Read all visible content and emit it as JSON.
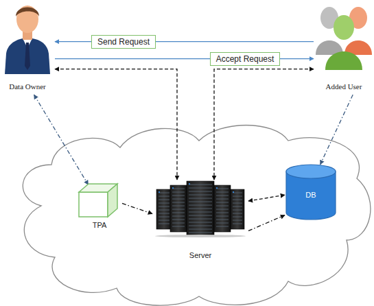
{
  "diagram": {
    "nodes": [
      {
        "text": [
          "Data Owner"
        ]
      },
      {
        "text": [
          "Added User"
        ]
      },
      {
        "text": [
          "TPA"
        ]
      },
      {
        "text": [
          "Server"
        ]
      },
      {
        "text": [
          "DB"
        ]
      }
    ],
    "edges": [
      {
        "from": 1,
        "to": 0,
        "label": "Send Request",
        "arrow": "to"
      },
      {
        "from": 0,
        "to": 1,
        "label": "Accept Request",
        "arrow": "to"
      },
      {
        "from": 0,
        "to": 3,
        "arrow": "both"
      },
      {
        "from": 1,
        "to": 3,
        "arrow": "both"
      },
      {
        "from": 0,
        "to": 2,
        "arrow": "both"
      },
      {
        "from": 2,
        "to": 3,
        "arrow": "to"
      },
      {
        "from": 3,
        "to": 4,
        "arrow": "both"
      },
      {
        "from": 3,
        "to": 4,
        "arrow": "to"
      },
      {
        "from": 1,
        "to": 4,
        "arrow": "to"
      }
    ]
  }
}
